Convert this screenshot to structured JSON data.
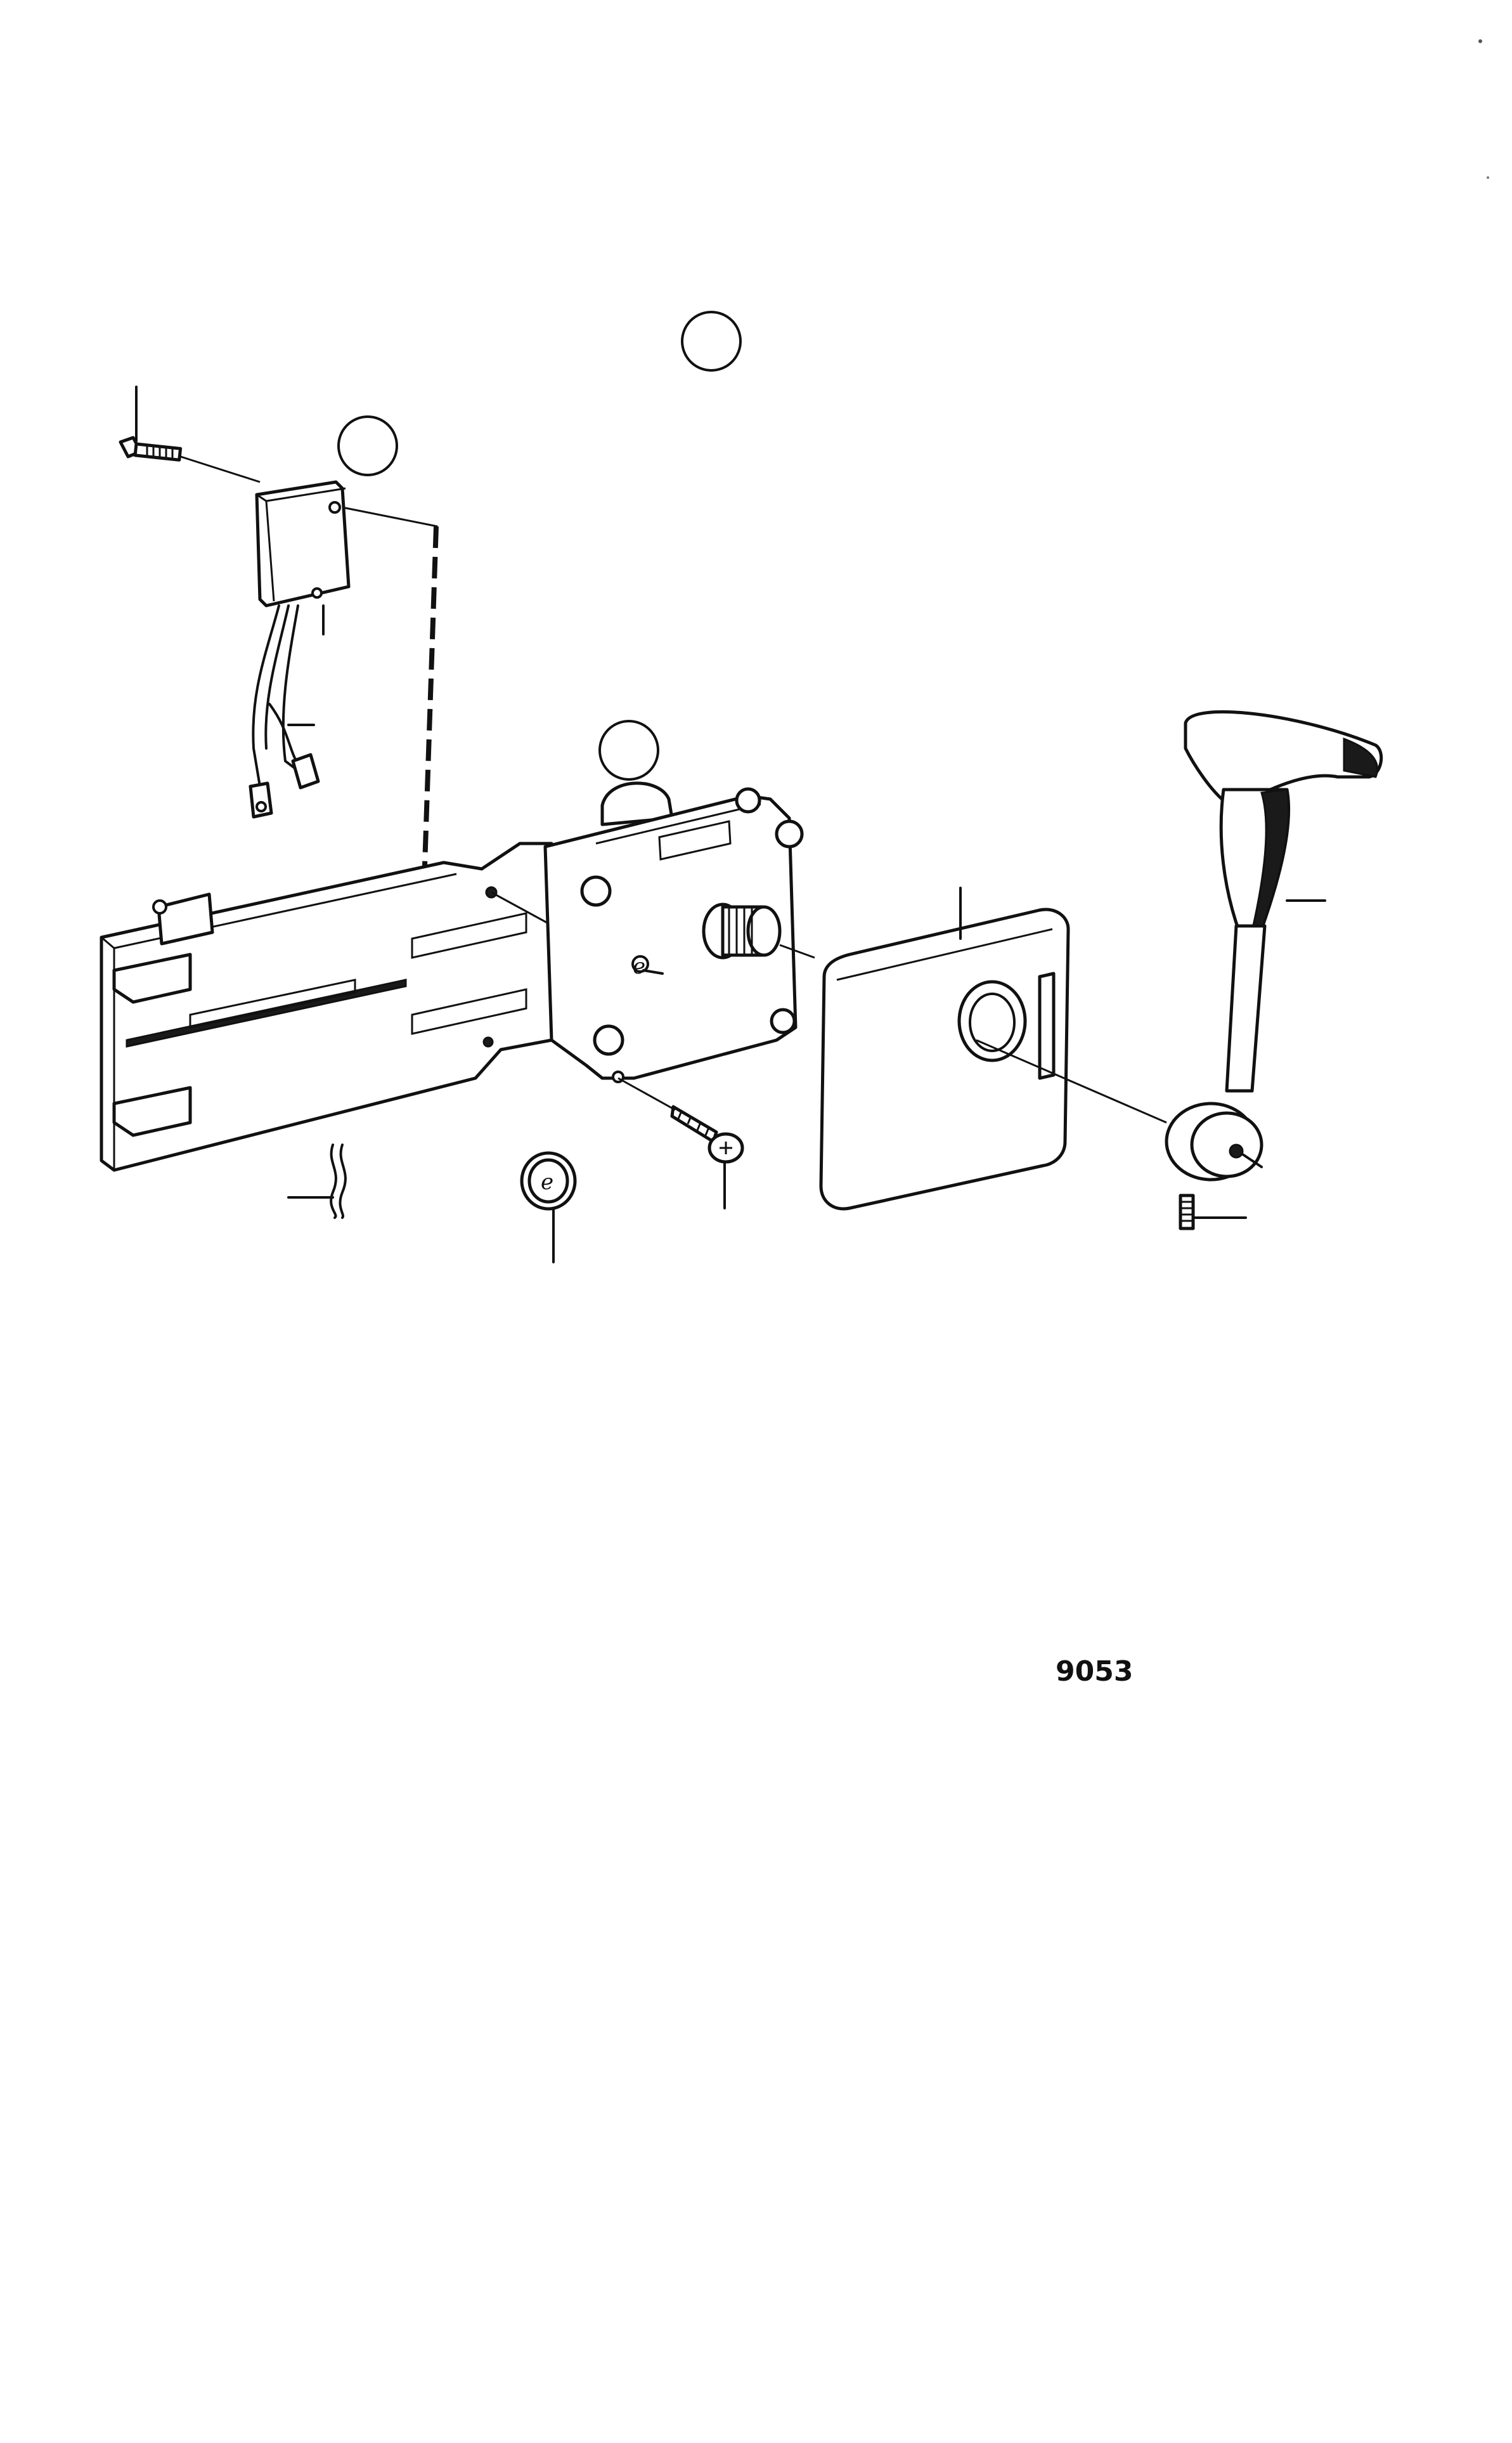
{
  "diagram": {
    "figure_number": "9053",
    "ref_circles": [
      {
        "name": "ref-circle-top",
        "label": ""
      },
      {
        "name": "ref-circle-switch",
        "label": ""
      },
      {
        "name": "ref-circle-control",
        "label": ""
      }
    ],
    "parts": [
      "bolt",
      "neutral-switch",
      "wiring-harness",
      "mounting-bracket",
      "control-unit",
      "splined-shaft",
      "cover-plate",
      "control-lever",
      "set-screw",
      "wood-screw",
      "washer",
      "cotter-pin",
      "nut"
    ],
    "colors": {
      "ink": "#111111",
      "paper": "#ffffff"
    }
  }
}
